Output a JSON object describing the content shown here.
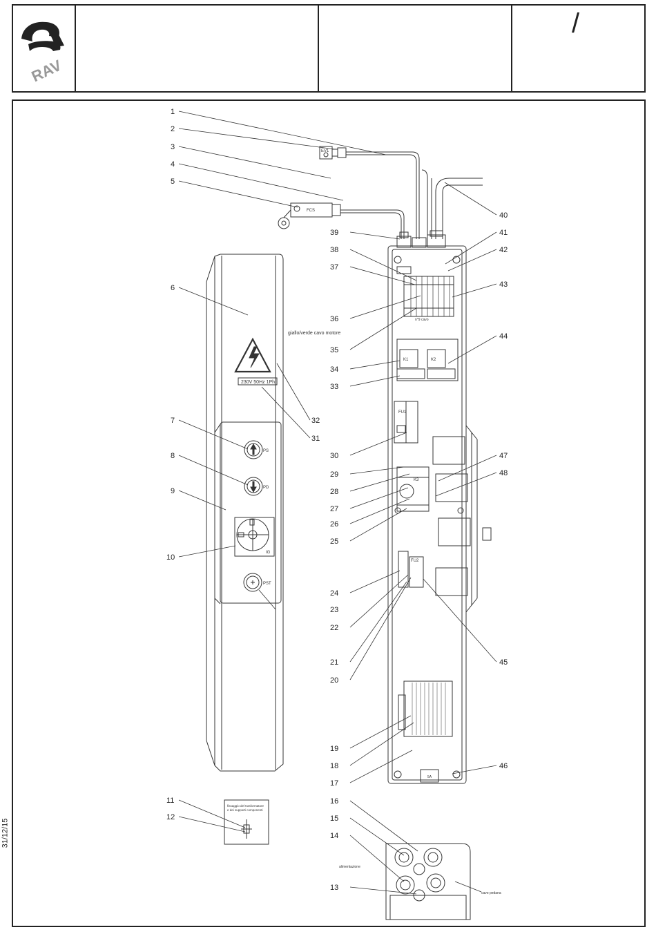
{
  "title_block": {
    "logo_text": "RAV",
    "sheet_mark": "/"
  },
  "date_code": "31/12/15",
  "labels": {
    "warning": "230V 50Hz 1Ph",
    "p_up": "PS",
    "p_down": "PD",
    "main_switch": "IG",
    "pst": "PST",
    "ev": "EV1",
    "fcs": "FCS",
    "fu1": "FU1",
    "fu2": "FU2",
    "km1": "K1",
    "km2": "K2",
    "k3": "K3",
    "green_yellow_cable": "giallo/verde cavo motore",
    "motor_cable": "n°9 cavo",
    "cable_entry": "cavo pedana",
    "gland_note": "alimentazione",
    "fix_note_line1": "fissaggio del trasformatore",
    "fix_note_line2": "e dei supporti componenti",
    "bottom_label": "5A"
  },
  "callouts_left": [
    "1",
    "2",
    "3",
    "4",
    "5",
    "6",
    "7",
    "8",
    "9",
    "10",
    "11",
    "12"
  ],
  "callouts_mid": [
    "39",
    "38",
    "37",
    "36",
    "35",
    "34",
    "33",
    "32",
    "31",
    "30",
    "29",
    "28",
    "27",
    "26",
    "25",
    "24",
    "23",
    "22",
    "21",
    "20",
    "19",
    "18",
    "17",
    "16",
    "15",
    "14",
    "13"
  ],
  "callouts_right": [
    "40",
    "41",
    "42",
    "43",
    "44",
    "47",
    "48",
    "45",
    "46"
  ]
}
